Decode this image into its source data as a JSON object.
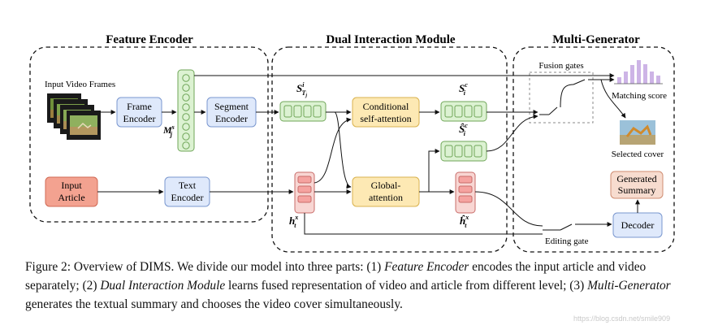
{
  "sections": {
    "feature_encoder": "Feature Encoder",
    "dual_interaction": "Dual Interaction Module",
    "multi_generator": "Multi-Generator"
  },
  "nodes": {
    "input_video_frames": "Input Video Frames",
    "frame_encoder": [
      "Frame",
      "Encoder"
    ],
    "segment_encoder": [
      "Segment",
      "Encoder"
    ],
    "input_article": [
      "Input",
      "Article"
    ],
    "text_encoder": [
      "Text",
      "Encoder"
    ],
    "conditional_attention": [
      "Conditional",
      "self-attention"
    ],
    "global_attention": [
      "Global-",
      "attention"
    ],
    "fusion_gates": "Fusion gates",
    "matching_score": "Matching score",
    "selected_cover": "Selected cover",
    "generated_summary": [
      "Generated",
      "Summary"
    ],
    "decoder": "Decoder",
    "editing_gate": "Editing gate"
  },
  "symbols": {
    "m_j": {
      "base": "M",
      "sup": "s",
      "sub": "j"
    },
    "s_tj": {
      "base": "S",
      "sup": "i",
      "sub": "T",
      "subsub": "j"
    },
    "s_c": {
      "base": "S",
      "sup": "c",
      "sub": "i"
    },
    "s_hat_c": {
      "base": "Ŝ",
      "sup": "c",
      "sub": "i"
    },
    "h_t": {
      "base": "h",
      "sup": "x",
      "sub": "t"
    },
    "h_hat_t": {
      "base": "ĥ",
      "sup": "x",
      "sub": "t"
    }
  },
  "colors": {
    "encoder_box": "#dfe9fb",
    "encoder_border": "#7a97cf",
    "attention_box": "#fde9b4",
    "attention_border": "#d9b24f",
    "article_box": "#f3a290",
    "article_border": "#d06a55",
    "summary_box": "#f7dccf",
    "summary_border": "#cf8d72",
    "green_cell": "#dcf2d2",
    "green_border": "#6fa658",
    "red_cell": "#f5a3a0",
    "red_border": "#c96c6a",
    "bar_color": "#cdb4e6"
  },
  "caption": {
    "p1": "Figure 2: Overview of DIMS. We divide our model into three parts: (1) ",
    "p1_em": "Feature Encoder",
    "p2": " encodes the input article and video separately; (2) ",
    "p2_em": "Dual Interaction Module",
    "p3": " learns fused representation of video and article from different level; (3) ",
    "p3_em": "Multi-Generator",
    "p4": " generates the textual summary and chooses the video cover simultaneously."
  },
  "watermark": "https://blog.csdn.net/smile909"
}
